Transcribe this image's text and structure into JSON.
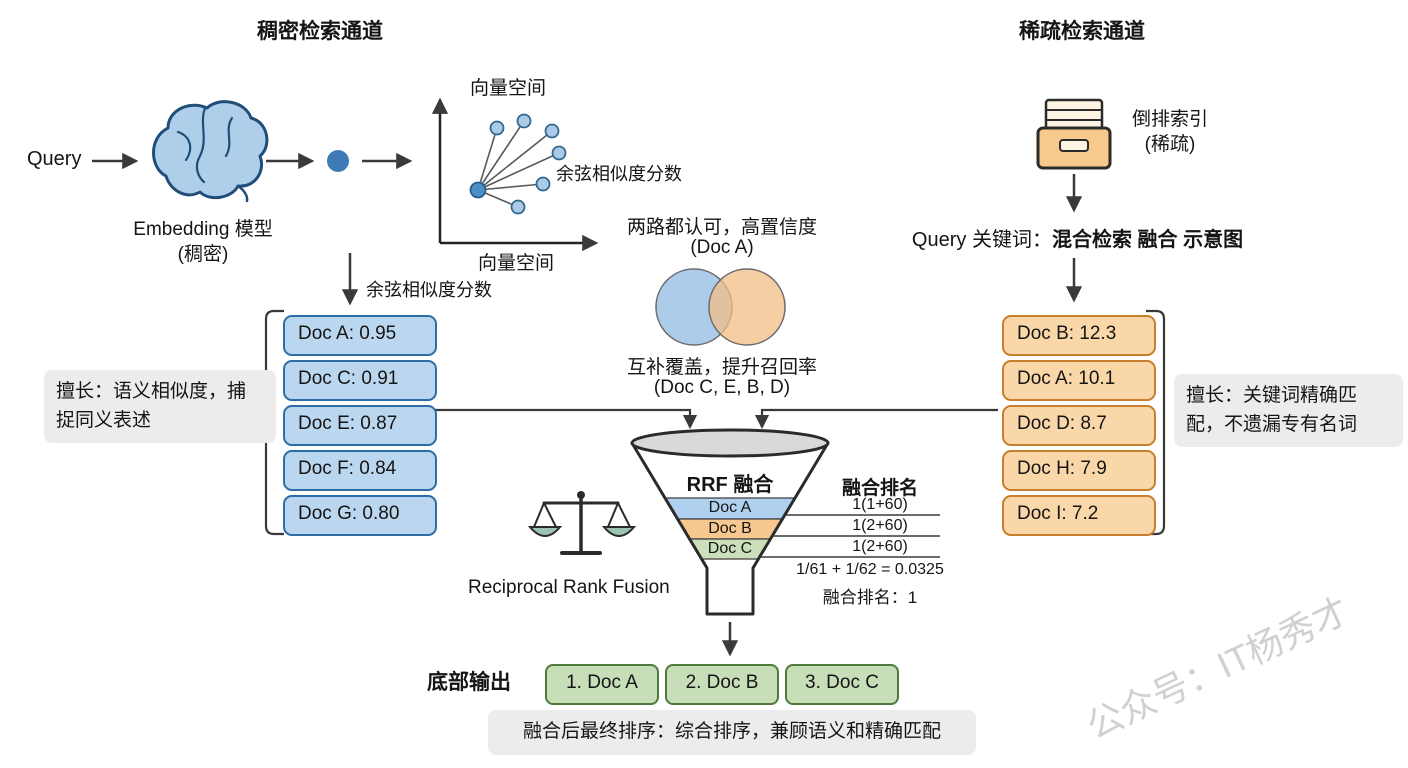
{
  "dense": {
    "title": "稠密检索通道",
    "query": "Query",
    "model_name": "Embedding 模型",
    "model_sub": "(稠密)",
    "vector_space_top": "向量空间",
    "vector_space_axis": "向量空间",
    "cosine_plot": "余弦相似度分数",
    "cosine_arrow": "余弦相似度分数",
    "docs": [
      "Doc A: 0.95",
      "Doc C: 0.91",
      "Doc E: 0.87",
      "Doc F: 0.84",
      "Doc G: 0.80"
    ],
    "note": "擅长：语义相似度，捕捉同义表述"
  },
  "sparse": {
    "title": "稀疏检索通道",
    "index_label": "倒排索引",
    "index_sub": "(稀疏)",
    "query_prefix": "Query 关键词：",
    "query_keywords": "混合检索 融合 示意图",
    "docs": [
      "Doc B: 12.3",
      "Doc A: 10.1",
      "Doc D: 8.7",
      "Doc H: 7.9",
      "Doc I: 7.2"
    ],
    "note": "擅长：关键词精确匹配，不遗漏专有名词"
  },
  "venn": {
    "top_label": "两路都认可，高置信度",
    "top_sub": "(Doc A)",
    "bottom_label": "互补覆盖，提升召回率",
    "bottom_sub": "(Doc C, E, B, D)"
  },
  "fusion": {
    "funnel_title": "RRF 融合",
    "rows": [
      "Doc A",
      "Doc B",
      "Doc C"
    ],
    "rank_header": "融合排名",
    "formulas": [
      "1(1+60)",
      "1(2+60)",
      "1(2+60)"
    ],
    "sum_formula": "1/61 + 1/62 = 0.0325",
    "rank_result": "融合排名：1",
    "scale_label": "Reciprocal Rank Fusion"
  },
  "output": {
    "label": "底部输出",
    "items": [
      "1. Doc A",
      "2. Doc B",
      "3. Doc C"
    ],
    "final_note": "融合后最终排序：综合排序，兼顾语义和精确匹配"
  },
  "watermark": "公众号：IT杨秀才",
  "colors": {
    "dense_fill": "#BBD7F0",
    "dense_border": "#2E6DA4",
    "sparse_fill": "#FAD7A8",
    "sparse_border": "#C77F2E",
    "output_fill": "#C8DEB8",
    "output_border": "#4E7A3E",
    "note_bg": "#ECECEC"
  }
}
